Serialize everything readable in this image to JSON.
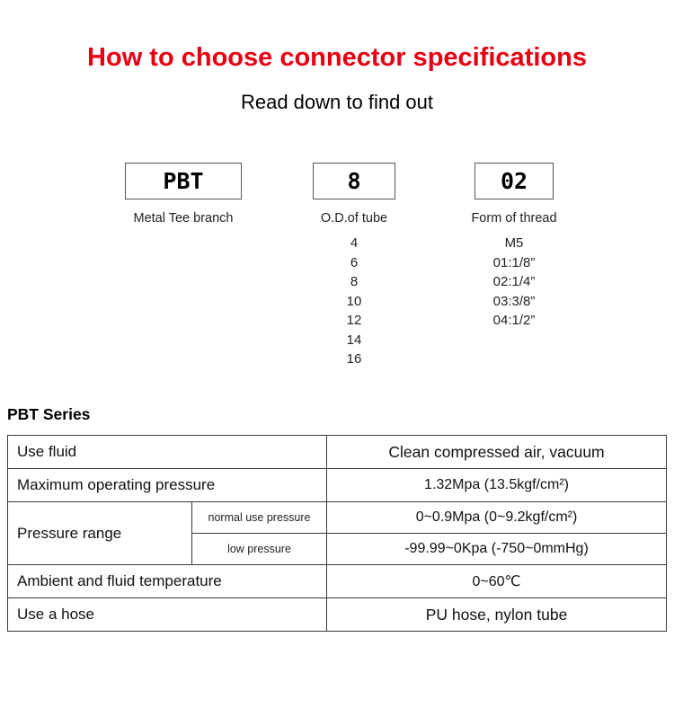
{
  "title": "How to choose connector specifications",
  "subtitle": "Read down to find out",
  "colors": {
    "title_red": "#e60012",
    "table_row_beige": "#f4ebd8",
    "border": "#3a3a3a"
  },
  "selector": {
    "boxes": [
      {
        "code": "PBT",
        "label": "Metal Tee branch",
        "options": []
      },
      {
        "code": "8",
        "label": "O.D.of tube",
        "options": [
          "4",
          "6",
          "8",
          "10",
          "12",
          "14",
          "16"
        ]
      },
      {
        "code": "02",
        "label": "Form of thread",
        "options": [
          "M5",
          "01:1/8”",
          "02:1/4”",
          "03:3/8”",
          "04:1/2”"
        ]
      }
    ]
  },
  "series_heading": "PBT Series",
  "table": {
    "rows": [
      {
        "label": "Use fluid",
        "value": "Clean compressed air, vacuum"
      },
      {
        "label": "Maximum operating pressure",
        "value": "1.32Mpa (13.5kgf/cm²)"
      },
      {
        "label": "Pressure range",
        "sublabel": "normal use pressure",
        "value": "0~0.9Mpa (0~9.2kgf/cm²)"
      },
      {
        "sublabel": "low pressure",
        "value": "-99.99~0Kpa (-750~0mmHg)"
      },
      {
        "label": "Ambient and fluid temperature",
        "value": "0~60℃"
      },
      {
        "label": "Use a hose",
        "value": "PU hose, nylon tube"
      }
    ]
  }
}
